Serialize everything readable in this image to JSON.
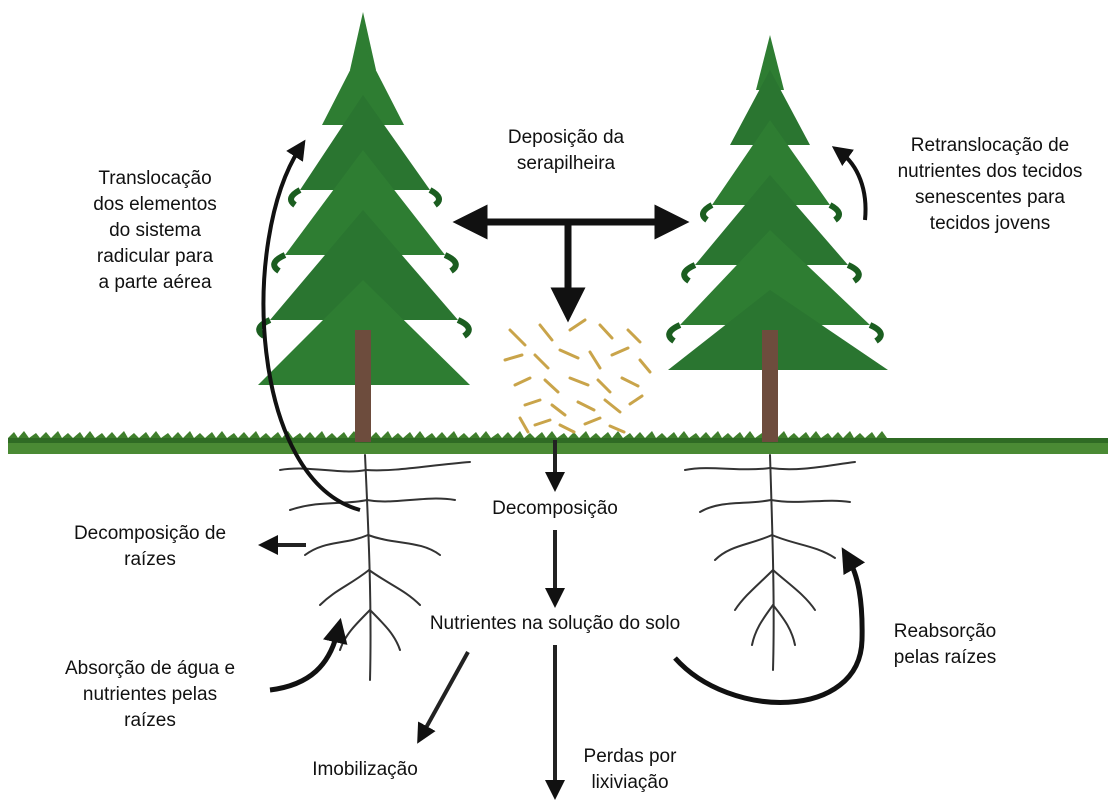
{
  "labels": {
    "deposicao": [
      "Deposição da",
      "serapilheira"
    ],
    "translocacao": [
      "Translocação",
      "dos elementos",
      "do sistema",
      "radicular para",
      "a parte aérea"
    ],
    "retranslocacao": [
      "Retranslocação de",
      "nutrientes dos tecidos",
      "senescentes para",
      "tecidos jovens"
    ],
    "decomposicao": "Decomposição",
    "decomp_raizes": [
      "Decomposição de",
      "raízes"
    ],
    "nutrientes": "Nutrientes na solução do solo",
    "absorcao": [
      "Absorção de água e",
      "nutrientes pelas",
      "raízes"
    ],
    "reabsorcao": [
      "Reabsorção",
      "pelas raízes"
    ],
    "imobilizacao": "Imobilização",
    "perdas": [
      "Perdas por",
      "lixiviação"
    ]
  },
  "colors": {
    "foliage": "#2e7d32",
    "foliage_dark": "#1b5e20",
    "trunk": "#6d4c3d",
    "grass": "#3f7f2c",
    "litter": "#c9a44a",
    "arrow": "#111111",
    "roots": "#333333"
  }
}
